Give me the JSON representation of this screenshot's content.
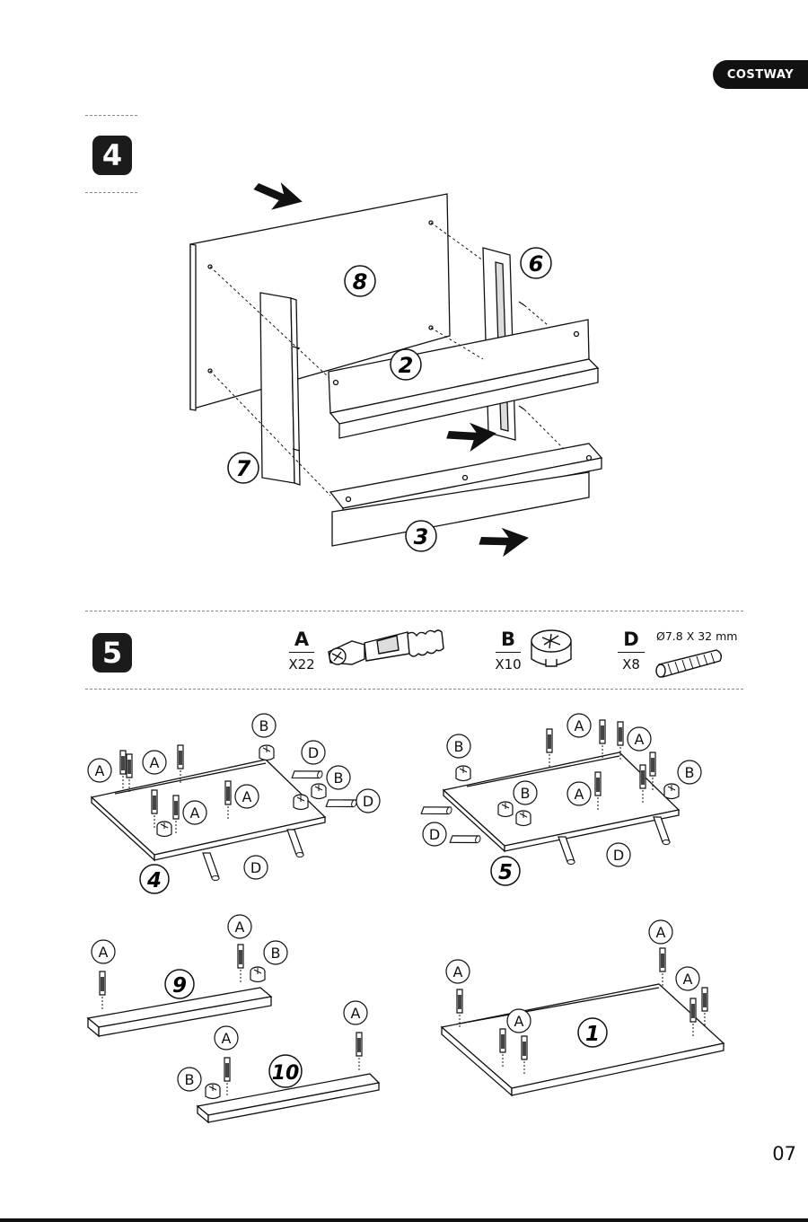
{
  "brand": "COSTWAY",
  "page_number": "07",
  "step4": {
    "number": "4",
    "panel_labels": [
      "8",
      "6",
      "2",
      "7",
      "3"
    ]
  },
  "step5": {
    "number": "5",
    "parts": [
      {
        "code": "A",
        "qty": "X22",
        "icon": "cam-bolt-icon"
      },
      {
        "code": "B",
        "qty": "X10",
        "icon": "cam-lock-nut-icon"
      },
      {
        "code": "D",
        "qty": "X8",
        "icon": "wooden-dowel-icon",
        "spec": "Ø7.8 X 32 mm"
      }
    ],
    "panel_labels": [
      "4",
      "5",
      "9",
      "10",
      "1"
    ],
    "callout_letters": [
      "A",
      "B",
      "D"
    ]
  }
}
